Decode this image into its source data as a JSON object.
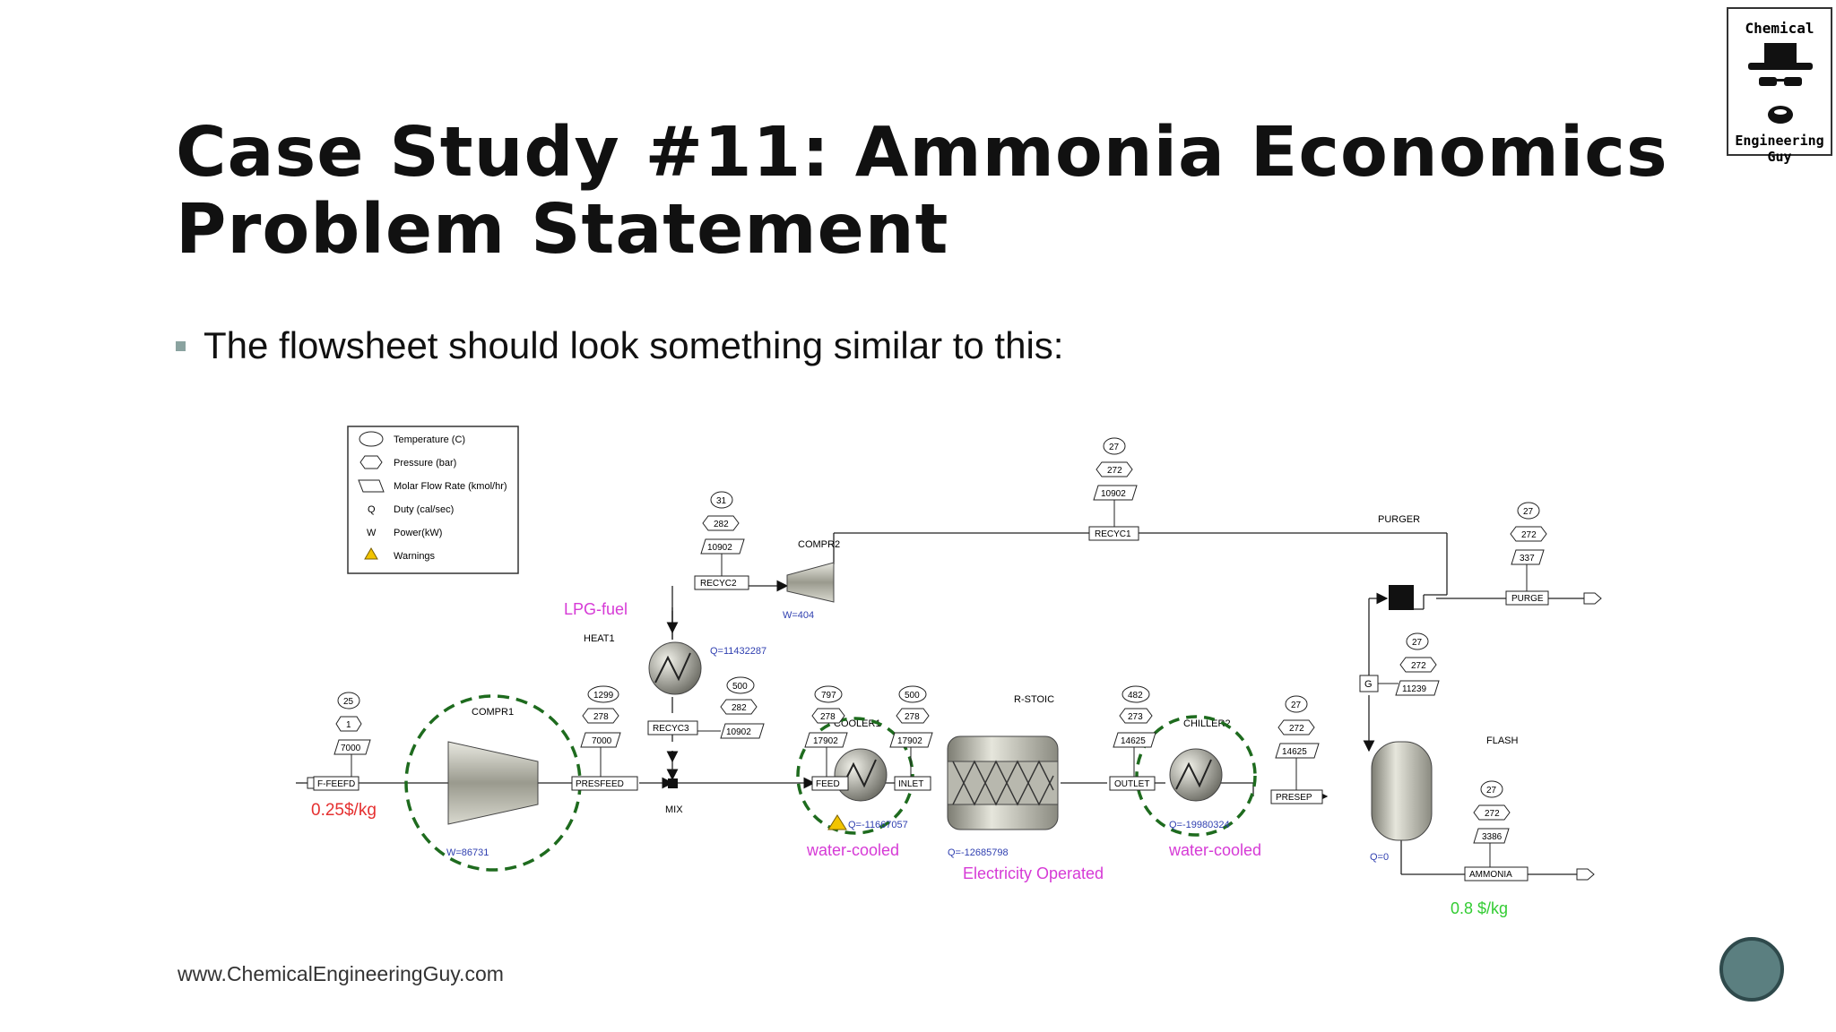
{
  "slide": {
    "title_line1": "Case Study #11: Ammonia Economics",
    "title_line2": "Problem Statement",
    "bullet": "The flowsheet should look something similar to this:",
    "footer": "www.ChemicalEngineeringGuy.com",
    "logo_top": "Chemical",
    "logo_bottom": "Engineering Guy"
  },
  "legend": {
    "temperature": "Temperature (C)",
    "pressure": "Pressure (bar)",
    "molar_flow": "Molar Flow Rate (kmol/hr)",
    "q_symbol": "Q",
    "duty": "Duty (cal/sec)",
    "w_symbol": "W",
    "power": "Power(kW)",
    "warnings": "Warnings"
  },
  "units": {
    "compr1": "COMPR1",
    "compr2": "COMPR2",
    "heat1": "HEAT1",
    "cooler1": "COOLER1",
    "rstoic": "R-STOIC",
    "chiller2": "CHILLER2",
    "purger": "PURGER",
    "flash": "FLASH",
    "mix": "MIX",
    "g": "G"
  },
  "streams": {
    "f_feefd": {
      "label": "F-FEEFD",
      "temp": "25",
      "pres": "1",
      "flow": "7000"
    },
    "presfeed": {
      "label": "PRESFEED",
      "temp": "1299",
      "pres": "278",
      "flow": "7000"
    },
    "recyc3": {
      "label": "RECYC3",
      "temp": "500",
      "pres": "282",
      "flow": "10902"
    },
    "recyc2": {
      "label": "RECYC2",
      "temp": "31",
      "pres": "282",
      "flow": "10902"
    },
    "recyc1": {
      "label": "RECYC1",
      "temp": "27",
      "pres": "272",
      "flow": "10902"
    },
    "feed": {
      "label": "FEED",
      "temp": "797",
      "pres": "278",
      "flow": "17902"
    },
    "inlet": {
      "label": "INLET",
      "temp": "500",
      "pres": "278",
      "flow": "17902"
    },
    "outlet": {
      "label": "OUTLET",
      "temp": "482",
      "pres": "273",
      "flow": "14625"
    },
    "presep": {
      "label": "PRESEP",
      "temp": "27",
      "pres": "272",
      "flow": "14625"
    },
    "g_stream": {
      "temp": "27",
      "pres": "272",
      "flow": "11239"
    },
    "purge": {
      "label": "PURGE",
      "temp": "27",
      "pres": "272",
      "flow": "337"
    },
    "ammonia": {
      "label": "AMMONIA",
      "temp": "27",
      "pres": "272",
      "flow": "3386"
    }
  },
  "duties": {
    "compr1_w": "W=86731",
    "compr2_w": "W=404",
    "heat1_q": "Q=11432287",
    "cooler1_q": "Q=-11667057",
    "rstoic_q": "Q=-12685798",
    "chiller2_q": "Q=-19980324",
    "flash_q": "Q=0"
  },
  "annotations": {
    "feed_price": "0.25$/kg",
    "lpg": "LPG-fuel",
    "water_cooled_1": "water-cooled",
    "electricity": "Electricity Operated",
    "water_cooled_2": "water-cooled",
    "product_price": "0.8 $/kg"
  },
  "colors": {
    "magenta": "#d63ad6",
    "red": "#e53030",
    "green": "#33cc33",
    "blue": "#2f3fb0",
    "dashed_green": "#1e6b1e"
  }
}
